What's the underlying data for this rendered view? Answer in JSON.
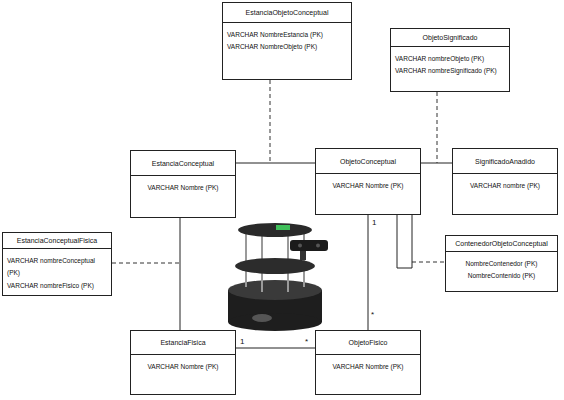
{
  "diagram": {
    "nodes": [
      {
        "text": [
          "EstanciaObjetoConceptual",
          "VARCHAR NombreEstancia (PK)",
          "VARCHAR NombreObjeto (PK)"
        ]
      },
      {
        "text": [
          "ObjetoSignificado",
          "VARCHAR nombreObjeto (PK)",
          "VARCHAR nombreSignificado (PK)"
        ]
      },
      {
        "text": [
          "EstanciaConceptual",
          "VARCHAR Nombre (PK)"
        ]
      },
      {
        "text": [
          "ObjetoConceptual",
          "VARCHAR Nombre (PK)"
        ]
      },
      {
        "text": [
          "SignificadoAnadido",
          "VARCHAR nombre (PK)"
        ]
      },
      {
        "text": [
          "EstanciaConceptualFisica",
          "VARCHAR nombreConceptual (PK)",
          "VARCHAR nombreFisico (PK)"
        ]
      },
      {
        "text": [
          "ContenedorObjetoConceptual",
          "NombreContenedor (PK)",
          "NombreContenido (PK)"
        ]
      },
      {
        "text": [
          "EstanciaFisica",
          "VARCHAR Nombre (PK)"
        ]
      },
      {
        "text": [
          "ObjetoFisico",
          "VARCHAR Nombre (PK)"
        ]
      }
    ],
    "edges": [
      {
        "from": 2,
        "to": 3,
        "arrow": "none"
      },
      {
        "from": 2,
        "to": 7,
        "arrow": "none"
      },
      {
        "from": 3,
        "to": 8,
        "arrow": "none"
      },
      {
        "from": 7,
        "to": 8,
        "arrow": "none"
      },
      {
        "from": 3,
        "to": 4,
        "arrow": "none"
      },
      {
        "from": 3,
        "to": 3,
        "arrow": "none"
      }
    ],
    "labels": [
      "1",
      "*",
      "1",
      "*"
    ]
  }
}
